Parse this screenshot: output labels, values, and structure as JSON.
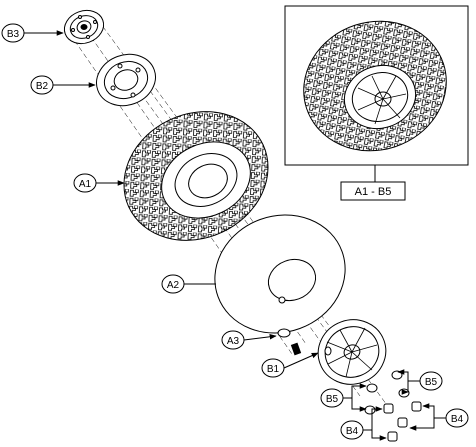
{
  "callouts": {
    "b3": "B3",
    "b2": "B2",
    "a1": "A1",
    "a2": "A2",
    "a3": "A3",
    "b1": "B1",
    "b5_right": "B5",
    "b5_left": "B5",
    "b4_right": "B4",
    "b4_left": "B4"
  },
  "inset": {
    "caption": "A1 - B5"
  },
  "colors": {
    "line": "#000000",
    "background": "#ffffff"
  }
}
